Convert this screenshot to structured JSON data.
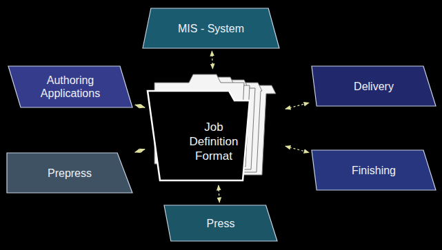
{
  "diagram": {
    "nodes": [
      {
        "text": [
          "MIS - System"
        ]
      },
      {
        "text": [
          "Authoring Applications"
        ]
      },
      {
        "text": [
          "Delivery"
        ]
      },
      {
        "text": [
          "Job Definition Format"
        ]
      },
      {
        "text": [
          "Prepress"
        ]
      },
      {
        "text": [
          "Finishing"
        ]
      },
      {
        "text": [
          "Press"
        ]
      }
    ],
    "edges": [
      {
        "from": 3,
        "to": 0,
        "arrow": "both"
      },
      {
        "from": 3,
        "to": 1,
        "arrow": "both"
      },
      {
        "from": 3,
        "to": 2,
        "arrow": "both"
      },
      {
        "from": 3,
        "to": 4,
        "arrow": "both"
      },
      {
        "from": 3,
        "to": 5,
        "arrow": "both"
      },
      {
        "from": 3,
        "to": 6,
        "arrow": "both"
      }
    ]
  }
}
